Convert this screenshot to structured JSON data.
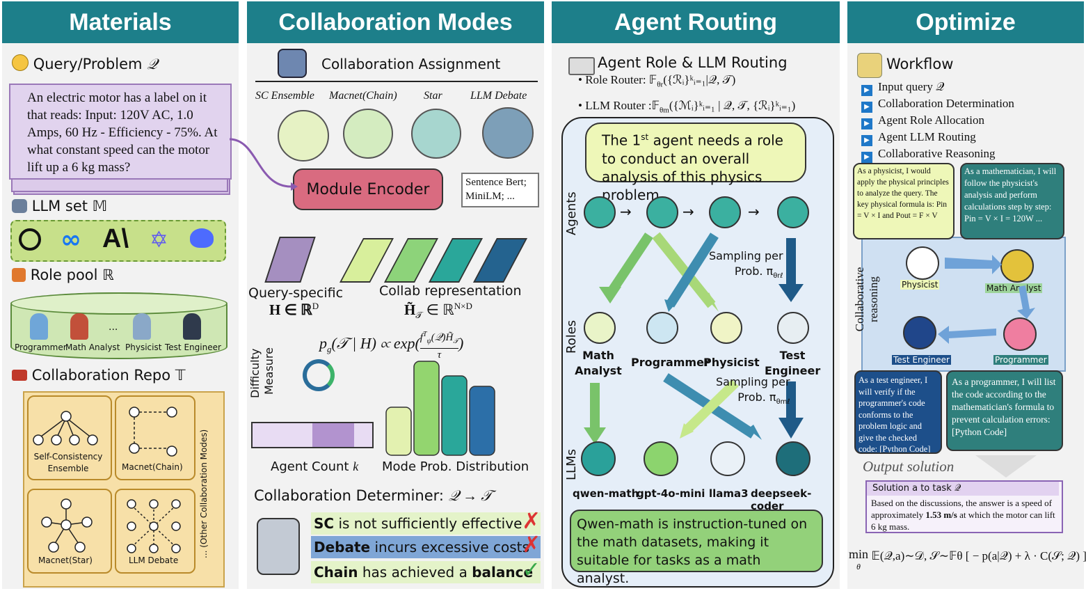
{
  "panels": {
    "materials": "Materials",
    "collab": "Collaboration Modes",
    "routing": "Agent Routing",
    "optimize": "Optimize"
  },
  "materials": {
    "query_title": "Query/Problem",
    "query_symbol": "𝒬",
    "query_text": "An electric motor has a label on it that reads: Input: 120V AC, 1.0 Amps, 60 Hz - Efficiency - 75%. At what constant speed can the motor lift up a 6 kg mass?",
    "llm_title": "LLM set",
    "llm_symbol": "𝕄",
    "llm_icons": [
      "openai-icon",
      "meta-icon",
      "anthropic-icon",
      "qwen-icon",
      "deepseek-icon"
    ],
    "role_title": "Role pool",
    "role_symbol": "ℝ",
    "roles": [
      "Programmer",
      "Math Analyst",
      "...",
      "Physicist",
      "Test Engineer"
    ],
    "repo_title": "Collaboration Repo",
    "repo_symbol": "𝕋",
    "repo_modes": [
      "Self-Consistency Ensemble",
      "Macnet(Chain)",
      "Macnet(Star)",
      "LLM Debate"
    ],
    "repo_other": "... (Other Collaboration Modes)"
  },
  "collab": {
    "assignment": "Collaboration Assignment",
    "modes": [
      "SC Ensemble",
      "Macnet(Chain)",
      "Star",
      "LLM Debate"
    ],
    "encoder": "Module Encoder",
    "encoder_note": "Sentence Bert; MiniLM; ...",
    "query_specific": "Query-specific",
    "query_H": "H ∈ ℝ",
    "query_H_sup": "D",
    "collab_rep": "Collab representation",
    "collab_H": "H̃",
    "collab_H_sub": "𝒯",
    "collab_H_rest": " ∈ ℝ",
    "collab_H_sup": "N×D",
    "formula": "p",
    "formula_sub": "g",
    "formula_mid": "(𝒯 | H) ∝ exp(",
    "formula_num": "f",
    "formula_num_sup": "T",
    "formula_num_sub": "ψ",
    "formula_num_rest": "(𝒬)H̃",
    "formula_num_rest_sub": "𝒯",
    "formula_den": "τ",
    "formula_close": ")",
    "difficulty": "Difficulty",
    "measure": "Measure",
    "agent_count": "Agent Count",
    "agent_count_var": "k",
    "mode_prob": "Mode Prob. Distribution",
    "determiner": "Collaboration Determiner:",
    "determiner_map": "𝒬 → 𝒯",
    "bar_values": [
      0.46,
      0.9,
      0.76,
      0.66
    ],
    "verdicts": [
      {
        "key": "SC",
        "rest": " is not sufficiently effective",
        "ok": false,
        "color": "#e4f3c9"
      },
      {
        "key": "Debate",
        "rest": " incurs excessive costs",
        "ok": false,
        "color": "#7fa6d6"
      },
      {
        "key": "Chain",
        "rest": " has achieved a ",
        "tail": "balance",
        "ok": true,
        "color": "#e4f3c9"
      }
    ]
  },
  "routing": {
    "title": "Agent Role & LLM Routing",
    "role_router": "Role Router: 𝔽",
    "role_router_sub": "θr",
    "role_router_rest": "({ℛᵢ}ᵏᵢ₌₁|𝒬, 𝒯)",
    "llm_router": "LLM Router :𝔽",
    "llm_router_sub": "θm",
    "llm_router_rest": "({ℳᵢ}ᵏᵢ₌₁ | 𝒬, 𝒯, {ℛᵢ}ᵏᵢ₌₁)",
    "bubble_pre": "The 1",
    "bubble_sup": "st",
    "bubble_post": " agent needs a role to conduct an overall analysis of this physics problem",
    "agents_label": "Agents",
    "roles_label": "Roles",
    "llms_label": "LLMs",
    "sampling_role": "Sampling per",
    "sampling_role_2": "Prob. π",
    "sampling_role_sub": "θrℓ",
    "sampling_llm": "Sampling per",
    "sampling_llm_2": "Prob. π",
    "sampling_llm_sub": "θmℓ",
    "roles": [
      "Math Analyst",
      "Programmer",
      "Physicist",
      "Test Engineer"
    ],
    "llms": [
      "qwen-math",
      "gpt-4o-mini",
      "llama3",
      "deepseek-coder"
    ],
    "note": "Qwen-math is instruction-tuned on the math datasets, making it suitable for tasks as a math analyst."
  },
  "optimize": {
    "workflow_title": "Workflow",
    "steps": [
      "Input query 𝒬",
      "Collaboration Determination",
      "Agent Role Allocation",
      "Agent LLM Routing",
      "Collaborative Reasoning"
    ],
    "physicist_text": "As a physicist, I would apply the physical principles to analyze the query. The key physical formula is: Pin = V × I and Pout = F × V",
    "math_text": "As a mathematician, I will follow the physicist's analysis and perform calculations step by step: Pin = V × I = 120W ...",
    "tester_text": "As a test engineer, I will verify if the programmer's code conforms to the problem logic and give the checked code: [Python Code]",
    "programmer_text": "As a programmer, I will list the code according to the mathematician's formula to prevent calculation errors: [Python Code]",
    "collab_reasoning": "Collaborative reasoning",
    "agent_labels": [
      "Physicist",
      "Math Analyst",
      "Test Engineer",
      "Programmer"
    ],
    "output_title": "Output solution",
    "solution_title": "Solution a to task 𝒬",
    "solution_text_a": "Based on the discussions, the answer is a speed of approximately ",
    "solution_speed": "1.53 m/s",
    "solution_text_b": " at which the motor can lift 6 kg mass.",
    "objective": "min",
    "objective_sub": "θ",
    "objective_body": "𝔼(𝒬,a)∼𝒟, 𝒮∼𝔽θ [ − p(a|𝒬) + λ · C(𝒮; 𝒬) ]"
  },
  "colors": {
    "header": "#1d7f8a",
    "query_box": "#e1d3ee",
    "encoder": "#d96b80",
    "llm_band": "#c7e08a",
    "repo_bg": "#f7e0a8",
    "routing_bg": "#e5eef8",
    "bubble_green": "#eef7b8",
    "note_green": "#93d17a",
    "dark_teal": "#1d5f73"
  }
}
